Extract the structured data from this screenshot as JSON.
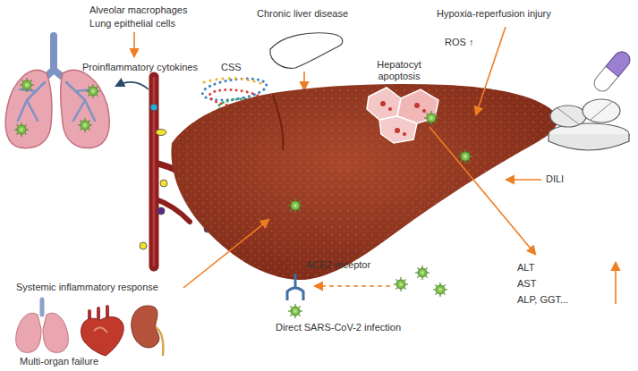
{
  "diagram": {
    "labels": [
      "Alveolar macrophages",
      "Lung epithelial cells",
      "Proinflammatory cytokines",
      "CSS",
      "Chronic liver disease",
      "Hypoxia-reperfusion injury",
      "ROS ↑",
      "Hepatocyt apoptosis",
      "DILI",
      "ACE2 receptor",
      "Direct SARS-CoV-2 infection",
      "Systemic inflammatory response",
      "ALT",
      "AST",
      "ALP, GGT...",
      "Multi-organ failure"
    ]
  }
}
